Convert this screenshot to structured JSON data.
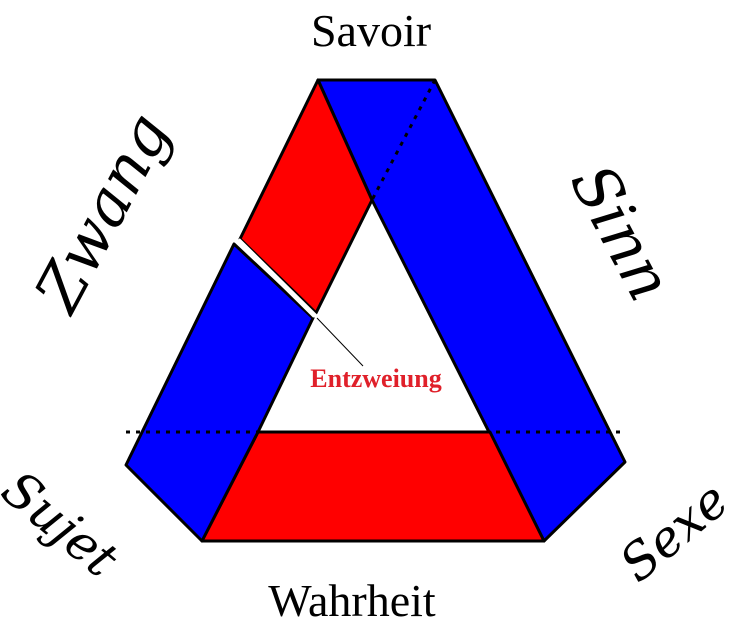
{
  "diagram": {
    "labels": {
      "top": "Savoir",
      "bottom": "Wahrheit",
      "upper_left": "Zwang",
      "upper_right": "Sinn",
      "lower_left": "Sujet",
      "lower_right": "Sexe",
      "center": "Entzweiung"
    },
    "colors": {
      "blue": "#0000ff",
      "red": "#ff0000",
      "center_label": "#e0202a",
      "outline": "#000000"
    }
  }
}
